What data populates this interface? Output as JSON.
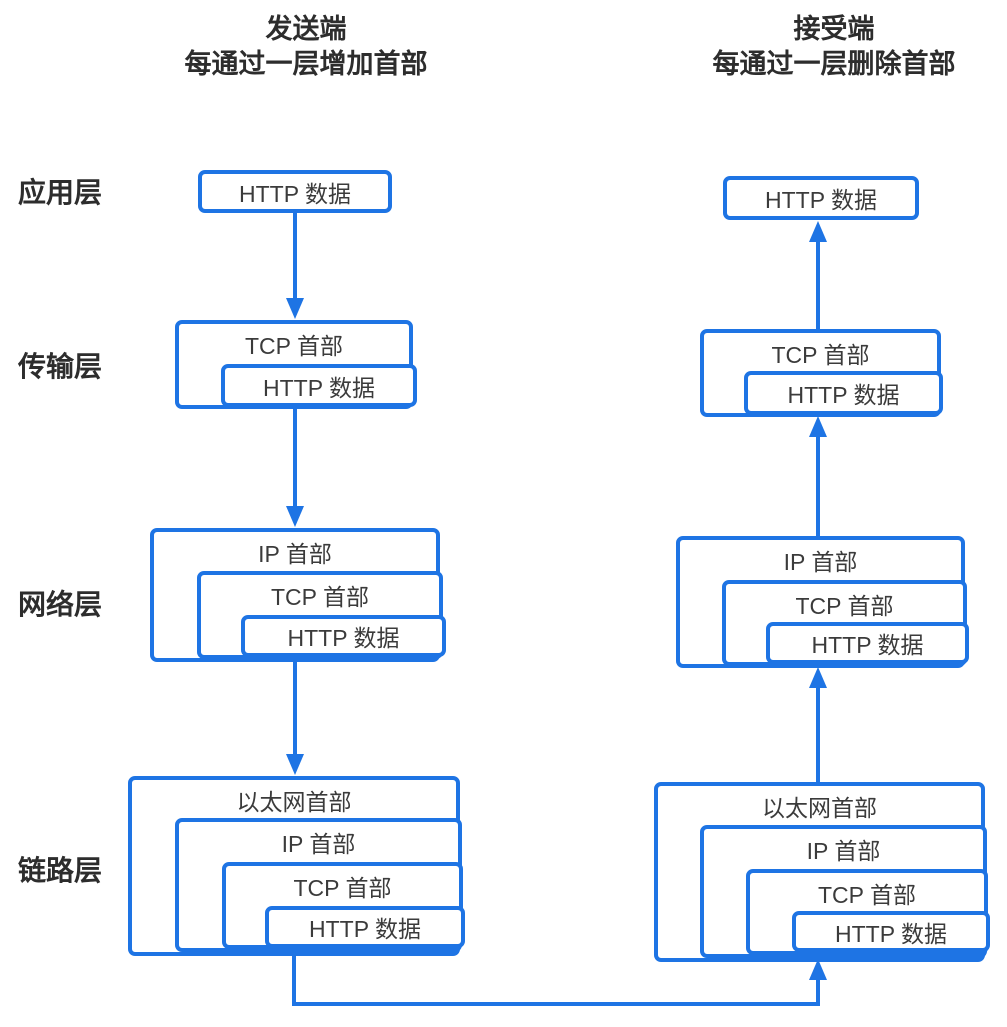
{
  "sender_title": {
    "line1": "发送端",
    "line2": "每通过一层增加首部"
  },
  "receiver_title": {
    "line1": "接受端",
    "line2": "每通过一层删除首部"
  },
  "layer_labels": [
    "应用层",
    "传输层",
    "网络层",
    "链路层"
  ],
  "sender": {
    "application": [
      "HTTP 数据"
    ],
    "transport": [
      "TCP 首部",
      "HTTP 数据"
    ],
    "network": [
      "IP 首部",
      "TCP 首部",
      "HTTP 数据"
    ],
    "link": [
      "以太网首部",
      "IP 首部",
      "TCP 首部",
      "HTTP 数据"
    ]
  },
  "receiver": {
    "application": [
      "HTTP 数据"
    ],
    "transport": [
      "TCP 首部",
      "HTTP 数据"
    ],
    "network": [
      "IP 首部",
      "TCP 首部",
      "HTTP 数据"
    ],
    "link": [
      "以太网首部",
      "IP 首部",
      "TCP 首部",
      "HTTP 数据"
    ]
  },
  "colors": {
    "line": "#1E74E4",
    "box_text": "#3B3B3B",
    "heading_text": "#2D2D2D",
    "background": "#FFFFFF"
  }
}
